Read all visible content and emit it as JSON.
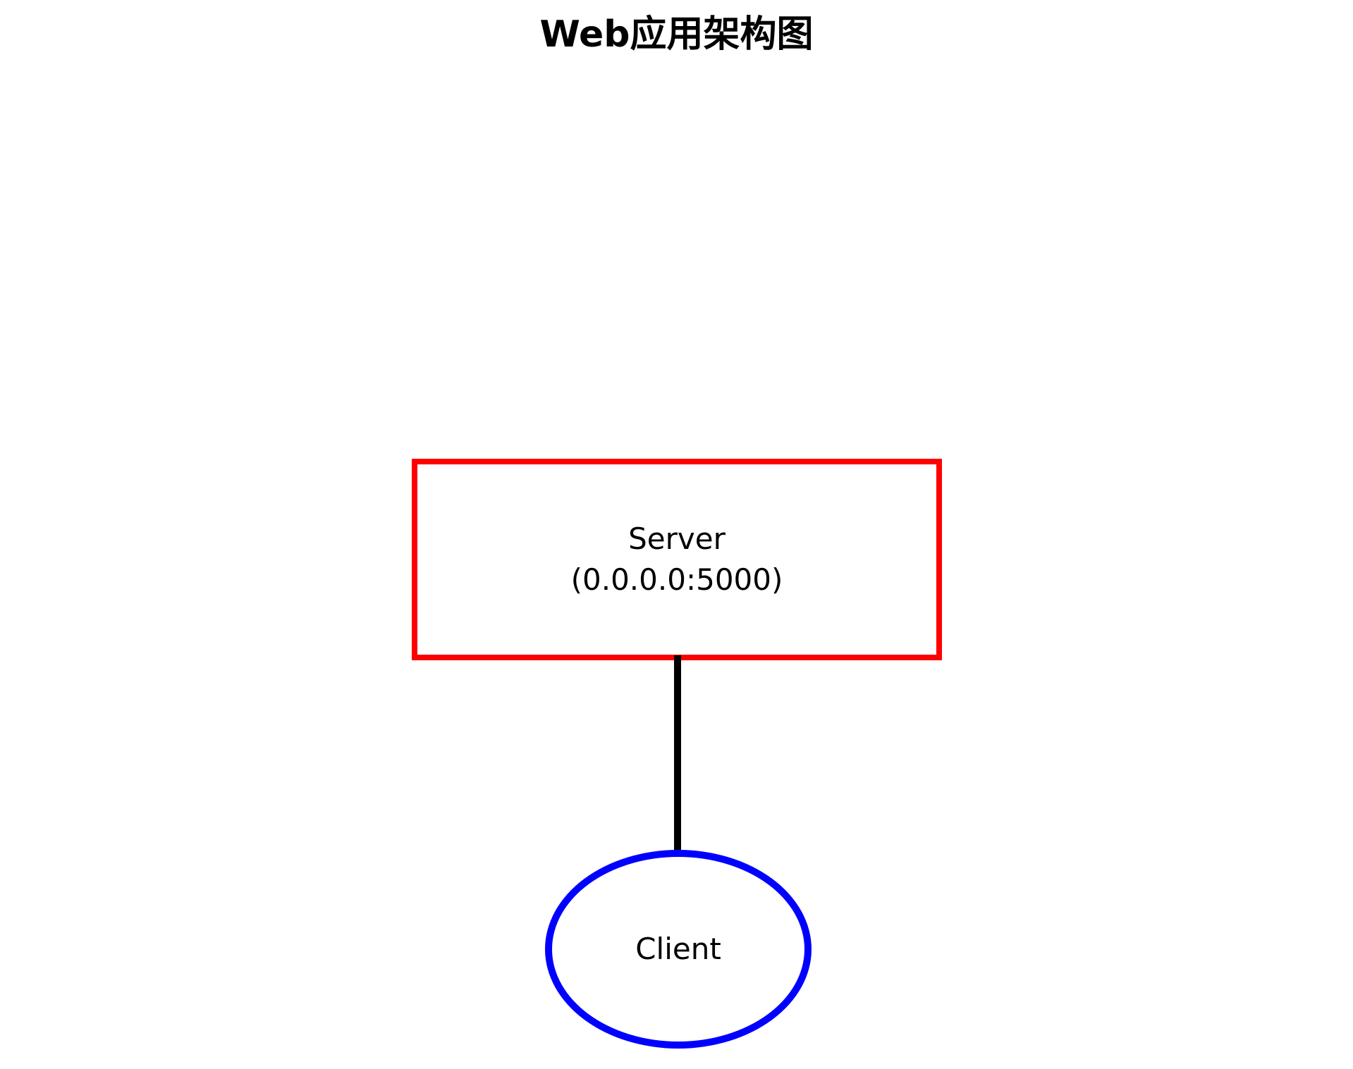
{
  "diagram": {
    "title": "Web应用架构图",
    "background_color": "#ffffff",
    "nodes": [
      {
        "id": "server",
        "shape": "rectangle",
        "label_line1": "Server",
        "label_line2": "(0.0.0.0:5000)",
        "border_color": "#ff0000",
        "fill_color": "#ffffff",
        "text_color": "#000000"
      },
      {
        "id": "client",
        "shape": "ellipse",
        "label": "Client",
        "border_color": "#0000ff",
        "fill_color": "#ffffff",
        "text_color": "#000000"
      }
    ],
    "edges": [
      {
        "id": "server-client",
        "from": "server",
        "to": "client",
        "color": "#000000",
        "style": "solid"
      }
    ]
  }
}
